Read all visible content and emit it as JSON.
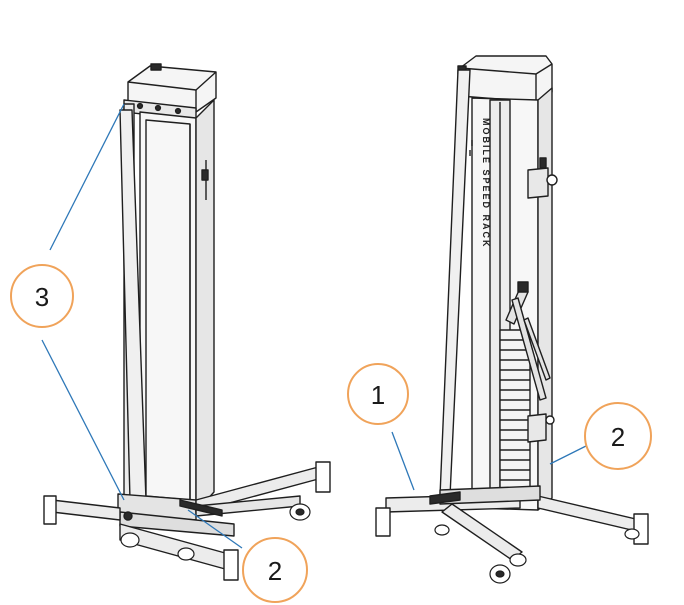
{
  "callouts": [
    {
      "id": "left-3",
      "label": "3"
    },
    {
      "id": "left-2",
      "label": "2"
    },
    {
      "id": "right-1",
      "label": "1"
    },
    {
      "id": "right-2",
      "label": "2"
    }
  ],
  "colors": {
    "callout_ring": "#f0a35a",
    "leader_line": "#2e78b8",
    "line_art": "#1f1f1f",
    "fill_light": "#f2f2f2",
    "fill_mid": "#dedede",
    "fill_dark": "#2a2a2a"
  },
  "icons": [
    "left-rack-drawing",
    "right-rack-drawing",
    "caster-wheel-icon"
  ],
  "weight_stack_text": "MOBILE SPEED RACK"
}
